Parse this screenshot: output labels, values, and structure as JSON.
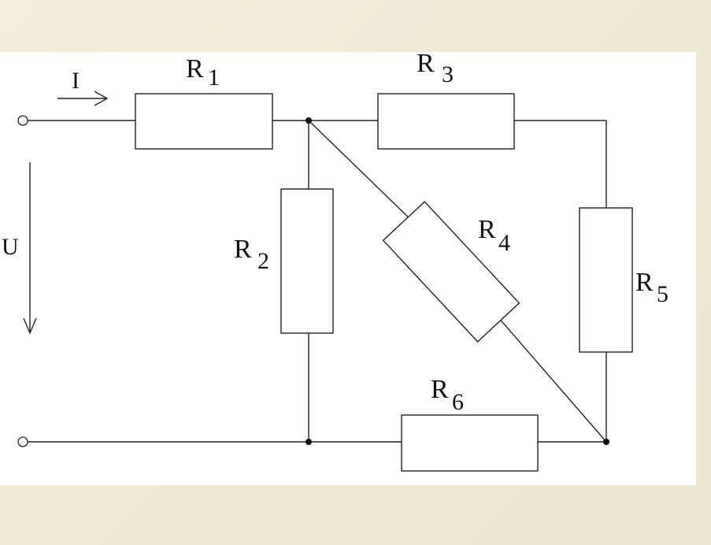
{
  "diagram": {
    "current_label": "I",
    "voltage_label": "U",
    "resistors": [
      {
        "id": "R1",
        "letter": "R",
        "index": "1"
      },
      {
        "id": "R2",
        "letter": "R",
        "index": "2"
      },
      {
        "id": "R3",
        "letter": "R",
        "index": "3"
      },
      {
        "id": "R4",
        "letter": "R",
        "index": "4"
      },
      {
        "id": "R5",
        "letter": "R",
        "index": "5"
      },
      {
        "id": "R6",
        "letter": "R",
        "index": "6"
      }
    ]
  }
}
